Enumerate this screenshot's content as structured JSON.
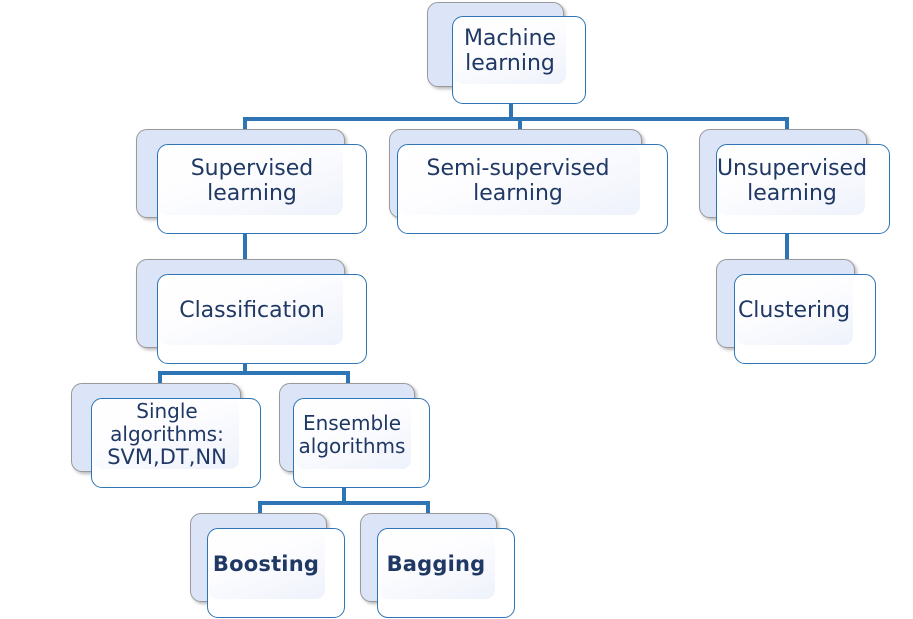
{
  "diagram": {
    "title": "Machine learning taxonomy tree",
    "type": "tree-diagram",
    "colors": {
      "connector": "#2e75b6",
      "card_border": "#2e75b6",
      "plate_fill": "#dbe5f7",
      "plate_border": "#9a9a9a",
      "text": "#1f3864",
      "background": "#ffffff"
    },
    "nodes": [
      {
        "id": "machine-learning",
        "label": "Machine learning",
        "lines": [
          "Machine",
          "learning"
        ],
        "level": 0,
        "bold": false
      },
      {
        "id": "supervised-learning",
        "label": "Supervised learning",
        "lines": [
          "Supervised",
          "learning"
        ],
        "level": 1,
        "bold": false
      },
      {
        "id": "semi-supervised-learning",
        "label": "Semi-supervised learning",
        "lines": [
          "Semi-supervised",
          "learning"
        ],
        "level": 1,
        "bold": false
      },
      {
        "id": "unsupervised-learning",
        "label": "Unsupervised learning",
        "lines": [
          "Unsupervised",
          "learning"
        ],
        "level": 1,
        "bold": false
      },
      {
        "id": "classification",
        "label": "Classification",
        "lines": [
          "Classification"
        ],
        "level": 2,
        "bold": false
      },
      {
        "id": "clustering",
        "label": "Clustering",
        "lines": [
          "Clustering"
        ],
        "level": 2,
        "bold": false
      },
      {
        "id": "single-algorithms",
        "label": "Single algorithms: SVM,DT,NN",
        "lines": [
          "Single",
          "algorithms:",
          "SVM,DT,NN"
        ],
        "level": 3,
        "bold": false
      },
      {
        "id": "ensemble-algorithms",
        "label": "Ensemble algorithms",
        "lines": [
          "Ensemble",
          "algorithms"
        ],
        "level": 3,
        "bold": false
      },
      {
        "id": "boosting",
        "label": "Boosting",
        "lines": [
          "Boosting"
        ],
        "level": 4,
        "bold": true
      },
      {
        "id": "bagging",
        "label": "Bagging",
        "lines": [
          "Bagging"
        ],
        "level": 4,
        "bold": true
      }
    ],
    "edges": [
      {
        "from": "machine-learning",
        "to": "supervised-learning"
      },
      {
        "from": "machine-learning",
        "to": "semi-supervised-learning"
      },
      {
        "from": "machine-learning",
        "to": "unsupervised-learning"
      },
      {
        "from": "supervised-learning",
        "to": "classification"
      },
      {
        "from": "unsupervised-learning",
        "to": "clustering"
      },
      {
        "from": "classification",
        "to": "single-algorithms"
      },
      {
        "from": "classification",
        "to": "ensemble-algorithms"
      },
      {
        "from": "ensemble-algorithms",
        "to": "boosting"
      },
      {
        "from": "ensemble-algorithms",
        "to": "bagging"
      }
    ]
  }
}
